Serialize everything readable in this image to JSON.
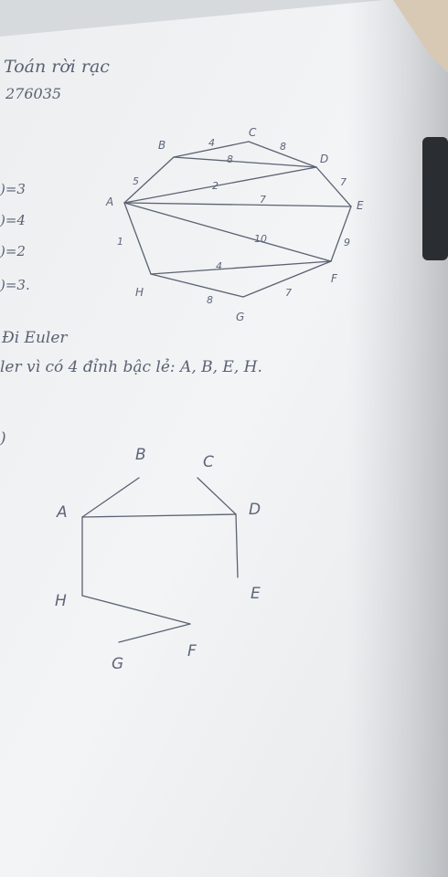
{
  "notes": {
    "title": "Toán rời rạc",
    "id": "276035",
    "degrees": [
      ")=3",
      ")=4",
      ")=2",
      ")=3."
    ],
    "euler_heading": "Đi Euler",
    "euler_reason": "ler vì có 4 đỉnh bậc lẻ: A, B, E, H.",
    "paren": ")"
  },
  "graph1": {
    "vertices": [
      "A",
      "B",
      "C",
      "D",
      "E",
      "F",
      "G",
      "H"
    ],
    "weights": {
      "AB": "5",
      "BC": "4",
      "CD": "8",
      "DE": "7",
      "EF": "9",
      "FG": "7",
      "GH": "8",
      "HA": "1",
      "BD": "8",
      "AD": "2",
      "AE": "7",
      "AF": "10",
      "HF": "4"
    }
  },
  "graph2": {
    "vertices": [
      "A",
      "B",
      "C",
      "D",
      "E",
      "H",
      "F",
      "G"
    ]
  },
  "colors": {
    "ink": "#5a6272",
    "paper": "#f1f2f4",
    "shadow": "#c9ccd0",
    "dark": "#2a2e33"
  }
}
